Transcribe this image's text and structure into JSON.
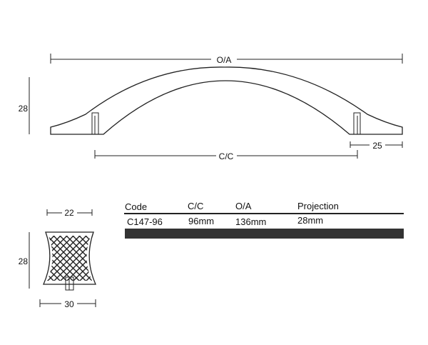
{
  "side_view": {
    "overall_label": "O/A",
    "centers_label": "C/C",
    "height_label": "28",
    "end_offset_label": "25"
  },
  "end_view": {
    "top_width_label": "22",
    "height_label": "28",
    "base_width_label": "30"
  },
  "spec_table": {
    "headers": [
      "Code",
      "C/C",
      "O/A",
      "Projection"
    ],
    "rows": [
      [
        "C147-96",
        "96mm",
        "136mm",
        "28mm"
      ]
    ],
    "band_color": "#333333"
  }
}
